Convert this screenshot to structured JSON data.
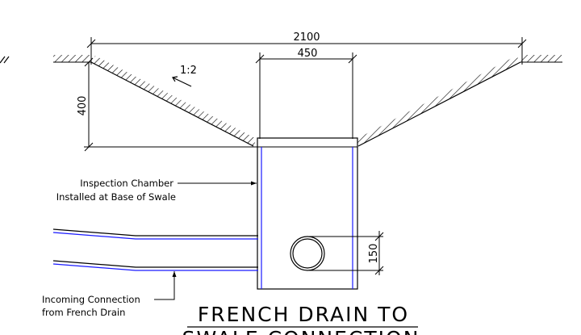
{
  "dimensions": {
    "overall_width": "2100",
    "chamber_width": "450",
    "depth": "400",
    "pipe_diameter": "150",
    "slope": "1:2"
  },
  "labels": {
    "inspection_chamber_line1": "Inspection Chamber",
    "inspection_chamber_line2": "Installed at Base of Swale",
    "incoming_line1": "Incoming Connection",
    "incoming_line2": "from French Drain"
  },
  "title": {
    "line1": "FRENCH DRAIN TO",
    "line2": "SWALE CONNECTION"
  },
  "colors": {
    "linework": "#000000",
    "pipe": "#1a1aff"
  }
}
